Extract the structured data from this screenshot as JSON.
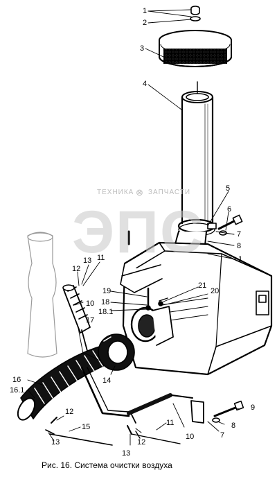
{
  "figure": {
    "caption": "Рис. 16. Система очистки воздуха"
  },
  "watermark": {
    "text_left": "ТЕХНИКА",
    "text_right": "ЗАПЧАСТИ",
    "logo": "ЭПС"
  },
  "callouts": {
    "c1_top": "1",
    "c2": "2",
    "c3": "3",
    "c4": "4",
    "c5": "5",
    "c6": "6",
    "c7_top": "7",
    "c8_top": "8",
    "c1_mid": "1",
    "c12_top": "12",
    "c13_top": "13",
    "c11_top": "11",
    "c10_left": "10",
    "c17": "17",
    "c19": "19",
    "c18": "18",
    "c18_1": "18.1",
    "c21": "21",
    "c20": "20",
    "c16": "16",
    "c16_1": "16.1",
    "c14": "14",
    "c9": "9",
    "c8_bot": "8",
    "c7_bot": "7",
    "c12_bot_left": "12",
    "c15": "15",
    "c13_bot_left": "13",
    "c11_bot": "11",
    "c13_bot": "13",
    "c12_bot": "12",
    "c10_bot": "10"
  }
}
